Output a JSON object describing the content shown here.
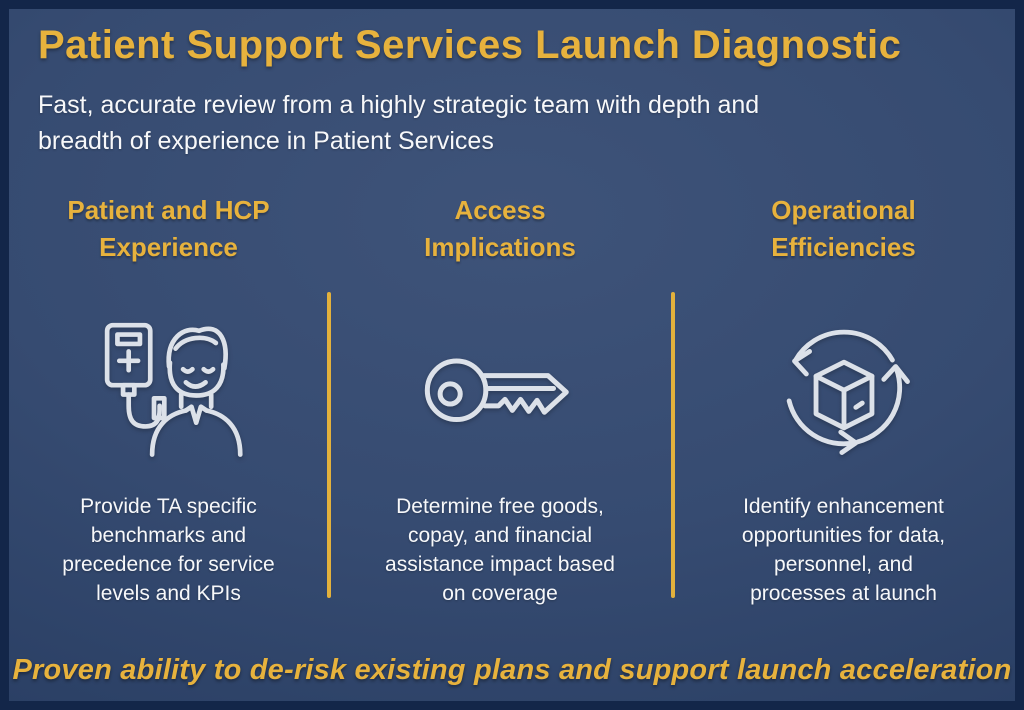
{
  "header": {
    "title": "Patient Support Services Launch Diagnostic",
    "subtitle": "Fast, accurate review from a highly strategic team with depth and\nbreadth of experience in Patient Services"
  },
  "columns": [
    {
      "id": "patient-and-hcp-experience",
      "heading": "Patient and HCP\nExperience",
      "icon": "patient-iv-icon",
      "description": "Provide TA specific\nbenchmarks and\nprecedence for service\nlevels and KPIs"
    },
    {
      "id": "access-implications",
      "heading": "Access\nImplications",
      "icon": "key-icon",
      "description": "Determine free goods,\ncopay, and financial\nassistance impact based\non coverage"
    },
    {
      "id": "operational-efficiencies",
      "heading": "Operational\nEfficiencies",
      "icon": "package-cycle-icon",
      "description": "Identify enhancement\nopportunities for data,\npersonnel, and\nprocesses at launch"
    }
  ],
  "footer": {
    "tagline": "Proven ability to de-risk existing plans and support launch acceleration"
  },
  "colors": {
    "gold": "#E7B23D",
    "background_center": "#3E5379",
    "background_edge": "#203457",
    "border": "#132649",
    "text_white": "#F7F8FA",
    "icon_stroke": "#DCE1E9"
  }
}
